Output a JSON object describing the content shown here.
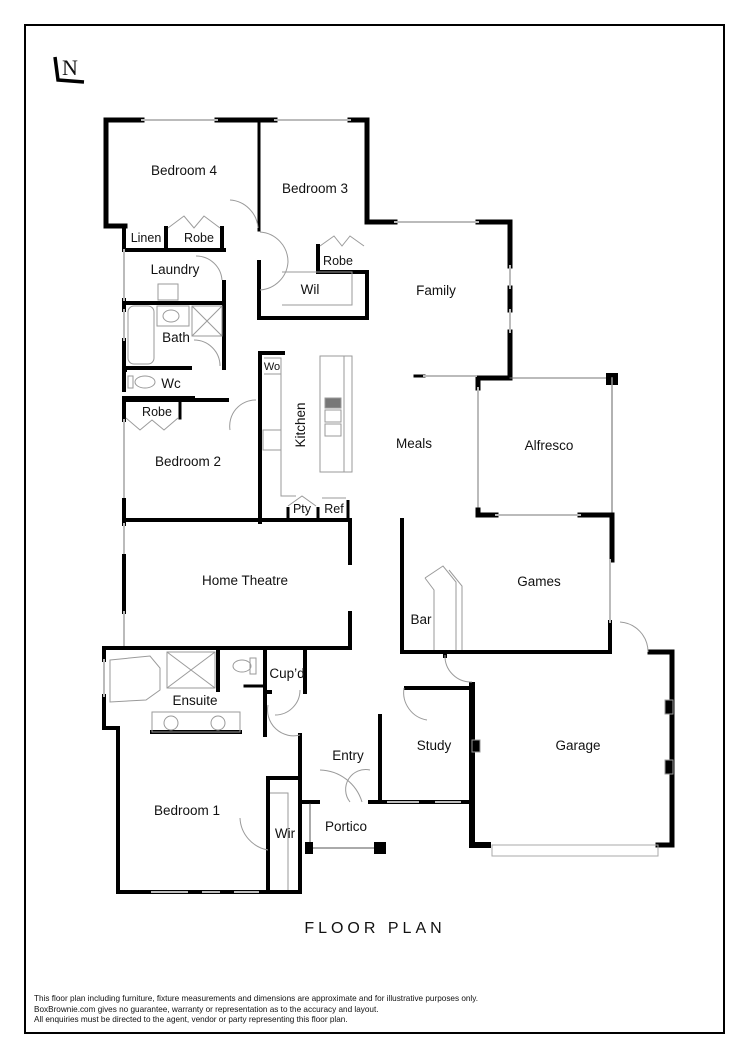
{
  "compass": {
    "label": "N"
  },
  "rooms": {
    "bedroom4": "Bedroom 4",
    "bedroom3": "Bedroom 3",
    "linen": "Linen",
    "robe4": "Robe",
    "robe3": "Robe",
    "laundry": "Laundry",
    "wil": "Wil",
    "bath": "Bath",
    "wc": "Wc",
    "robe2": "Robe",
    "bedroom2": "Bedroom 2",
    "wo": "Wo",
    "kitchen": "Kitchen",
    "pty": "Pty",
    "ref": "Ref",
    "family": "Family",
    "meals": "Meals",
    "alfresco": "Alfresco",
    "home_theatre": "Home Theatre",
    "games": "Games",
    "bar": "Bar",
    "ensuite": "Ensuite",
    "cupd": "Cup’d",
    "entry": "Entry",
    "study": "Study",
    "garage": "Garage",
    "bedroom1": "Bedroom 1",
    "wir": "Wir",
    "portico": "Portico"
  },
  "title": "FLOOR PLAN",
  "disclaimer": [
    "This floor plan including furniture, fixture measurements and dimensions are approximate and for illustrative purposes only.",
    "BoxBrownie.com gives no guarantee, warranty or representation as to the accuracy and layout.",
    "All enquiries must be directed to the agent, vendor or party representing this floor plan."
  ],
  "colors": {
    "wall": "#000000",
    "fixture": "#9a9a9a",
    "background": "#ffffff"
  }
}
